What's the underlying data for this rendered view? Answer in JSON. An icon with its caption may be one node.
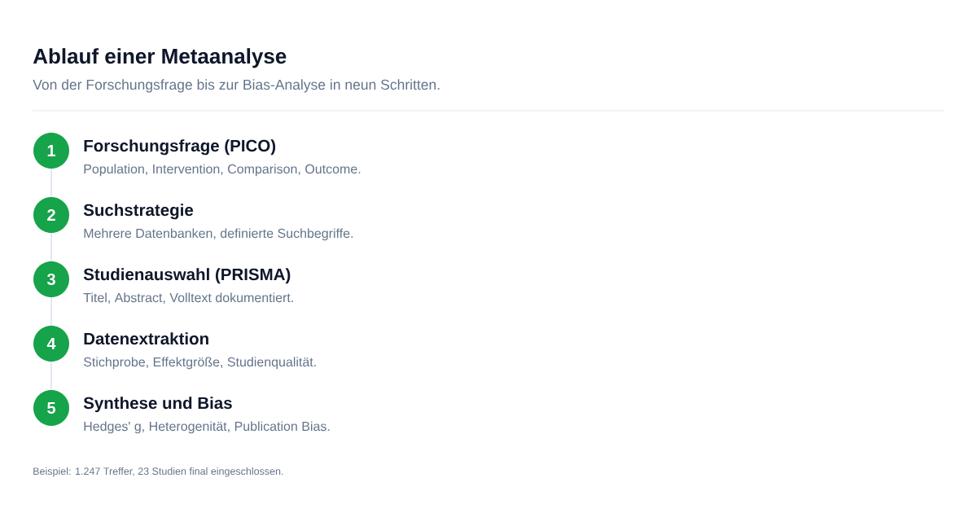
{
  "diagram": {
    "title": "Ablauf einer Metaanalyse",
    "caption": "Beispiel: 1.247 Treffer, 23 Studien final eingeschlossen.",
    "labels": [
      "Von der Forschungsfrage bis zur Bias-Analyse in neun Schritten."
    ],
    "nodes": [
      {
        "text": [
          "1"
        ],
        "beside": [
          "Forschungsfrage (PICO)",
          "Population, Intervention, Comparison, Outcome."
        ]
      },
      {
        "text": [
          "2"
        ],
        "beside": [
          "Suchstrategie",
          "Mehrere Datenbanken, definierte Suchbegriffe."
        ]
      },
      {
        "text": [
          "3"
        ],
        "beside": [
          "Studienauswahl (PRISMA)",
          "Titel, Abstract, Volltext dokumentiert."
        ]
      },
      {
        "text": [
          "4"
        ],
        "beside": [
          "Datenextraktion",
          "Stichprobe, Effektgröße, Studienqualität."
        ]
      },
      {
        "text": [
          "5"
        ],
        "beside": [
          "Synthese und Bias",
          "Hedges' g, Heterogenität, Publication Bias."
        ]
      }
    ],
    "edges": [
      {
        "from": 0,
        "to": 1,
        "arrow": "none"
      },
      {
        "from": 1,
        "to": 2,
        "arrow": "none"
      },
      {
        "from": 2,
        "to": 3,
        "arrow": "none"
      },
      {
        "from": 3,
        "to": 4,
        "arrow": "none"
      }
    ]
  }
}
